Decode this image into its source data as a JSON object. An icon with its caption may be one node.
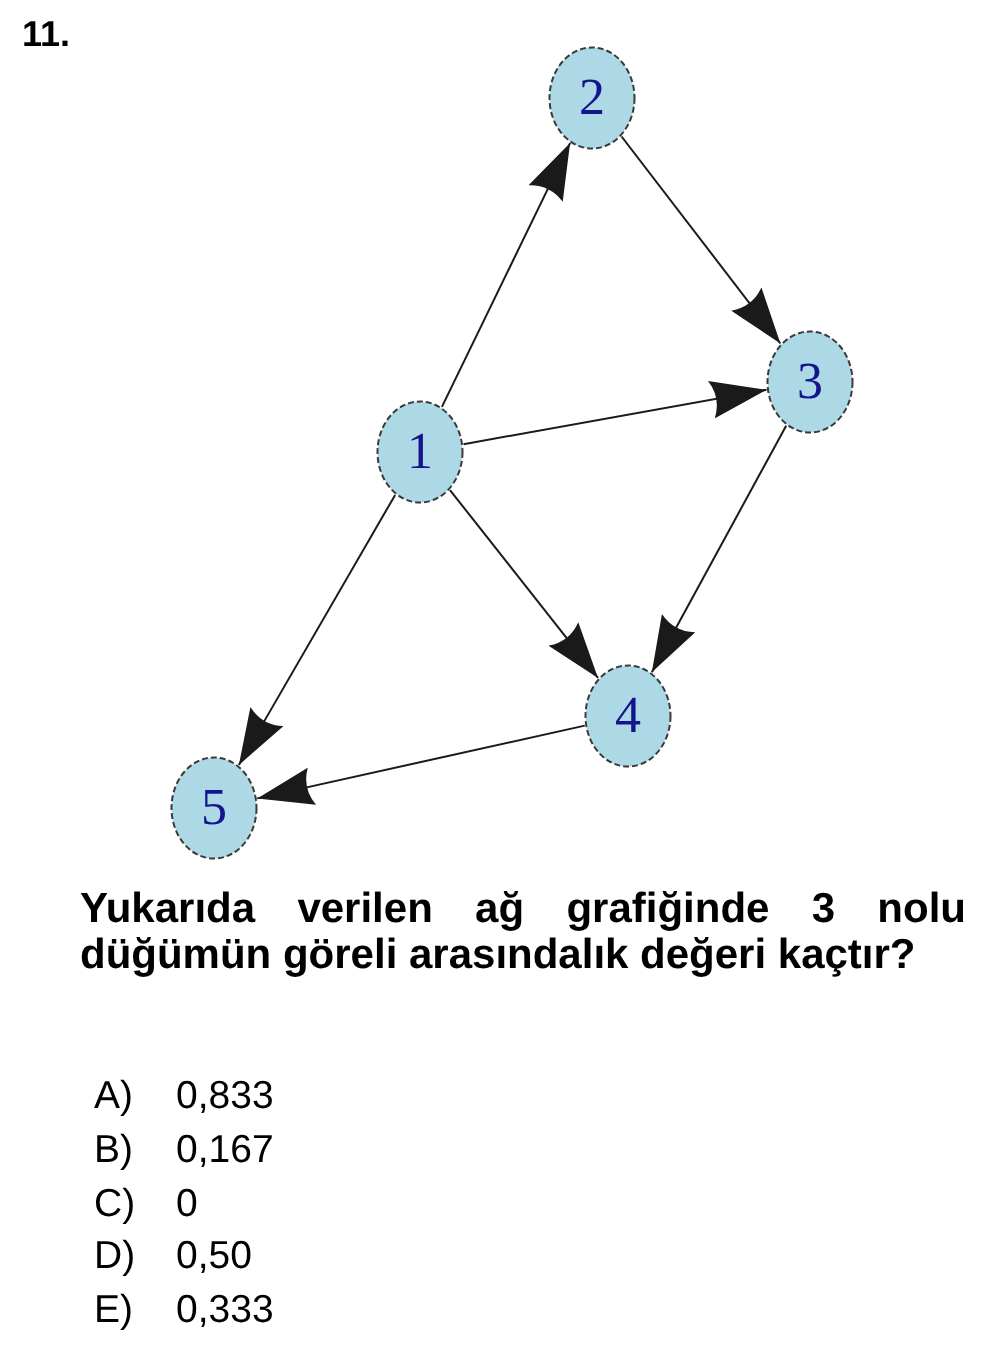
{
  "diagram": {
    "nodes": [
      {
        "text": [
          "1"
        ]
      },
      {
        "text": [
          "2"
        ]
      },
      {
        "text": [
          "3"
        ]
      },
      {
        "text": [
          "4"
        ]
      },
      {
        "text": [
          "5"
        ]
      }
    ],
    "edges": [
      {
        "from": 0,
        "to": 1,
        "arrow": "to"
      },
      {
        "from": 1,
        "to": 2,
        "arrow": "to"
      },
      {
        "from": 0,
        "to": 2,
        "arrow": "to"
      },
      {
        "from": 0,
        "to": 3,
        "arrow": "to"
      },
      {
        "from": 2,
        "to": 3,
        "arrow": "to"
      },
      {
        "from": 0,
        "to": 4,
        "arrow": "to"
      },
      {
        "from": 3,
        "to": 4,
        "arrow": "to"
      }
    ],
    "labels": [
      "11.",
      "Yukarıda verilen ağ grafiğinde 3 nolu düğümün göreli arasındalık değeri kaçtır?",
      "A)",
      "0,833",
      "B)",
      "0,167",
      "C)",
      "0",
      "D)",
      "0,50",
      "E)",
      "0,333"
    ]
  }
}
